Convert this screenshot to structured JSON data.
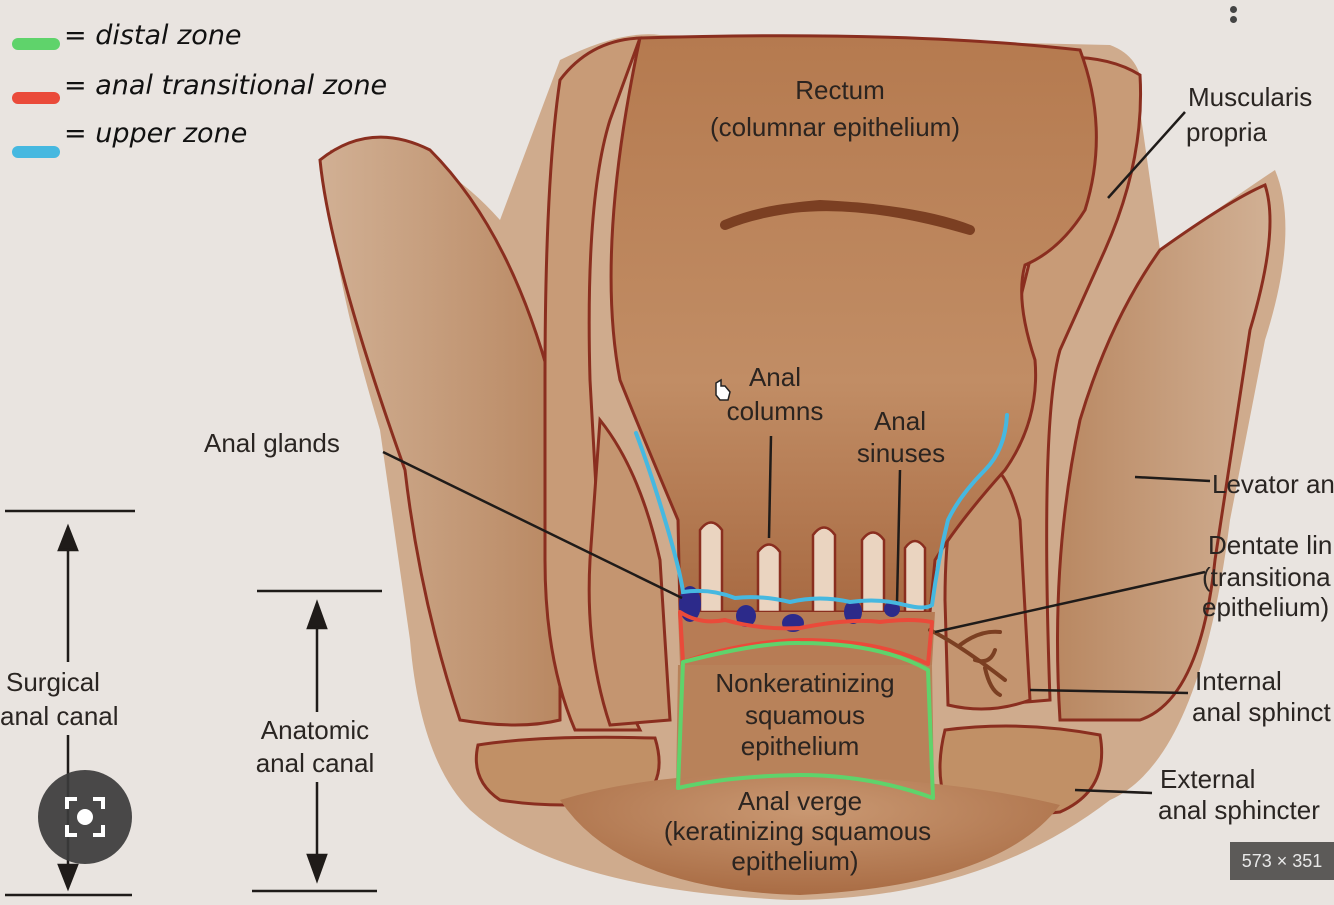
{
  "legend": {
    "items": [
      {
        "label": "= distal zone",
        "color": "#5fd36b"
      },
      {
        "label": "= anal transitional zone",
        "color": "#ea4a3a"
      },
      {
        "label": "= upper zone",
        "color": "#46b8e0"
      }
    ]
  },
  "labels": {
    "rectum_title": "Rectum",
    "rectum_sub": "(columnar epithelium)",
    "muscularis_1": "Muscularis",
    "muscularis_2": "propria",
    "anal_columns_1": "Anal",
    "anal_columns_2": "columns",
    "anal_sinuses_1": "Anal",
    "anal_sinuses_2": "sinuses",
    "anal_glands": "Anal glands",
    "levator": "Levator an",
    "dentate_1": "Dentate lin",
    "dentate_2": "(transitiona",
    "dentate_3": "epithelium)",
    "internal_1": "Internal",
    "internal_2": "anal sphinct",
    "external_1": "External",
    "external_2": "anal sphincter",
    "nonker_1": "Nonkeratinizing",
    "nonker_2": "squamous",
    "nonker_3": "epithelium",
    "verge_1": "Anal verge",
    "verge_2": "(keratinizing squamous",
    "verge_3": "epithelium)",
    "surgical_1": "Surgical",
    "surgical_2": "anal canal",
    "anatomic_1": "Anatomic",
    "anatomic_2": "anal canal"
  },
  "overlay": {
    "image_size": "573 × 351"
  },
  "colors": {
    "background": "#e9e4e0",
    "tissue_light": "#c9a384",
    "tissue_mid": "#b07a55",
    "tissue_dark": "#8a4e2b",
    "outline": "#8a2e1f",
    "upper_zone": "#46b8e0",
    "transitional_zone": "#ea4a3a",
    "distal_zone": "#5fd36b",
    "gland": "#2c2a8a"
  }
}
